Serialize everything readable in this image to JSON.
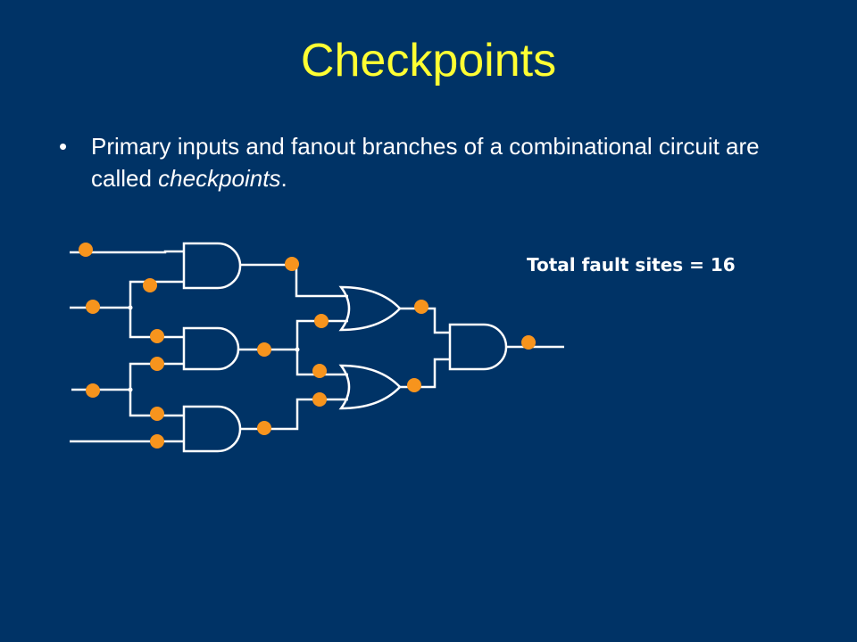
{
  "slide": {
    "title": "Checkpoints",
    "bullet_marker": "•",
    "bullet_text_before": "Primary inputs and fanout branches of a combinational circuit are called ",
    "bullet_text_emphasis": "checkpoints",
    "bullet_text_after": ".",
    "fault_label": "Total fault sites = 16"
  },
  "diagram": {
    "colors": {
      "background": "#003366",
      "wire": "#ffffff",
      "fault_site": "#f7941d",
      "title": "#ffff33"
    },
    "gates": [
      "AND",
      "AND",
      "AND",
      "OR",
      "OR",
      "AND"
    ],
    "fault_site_count": 16
  }
}
